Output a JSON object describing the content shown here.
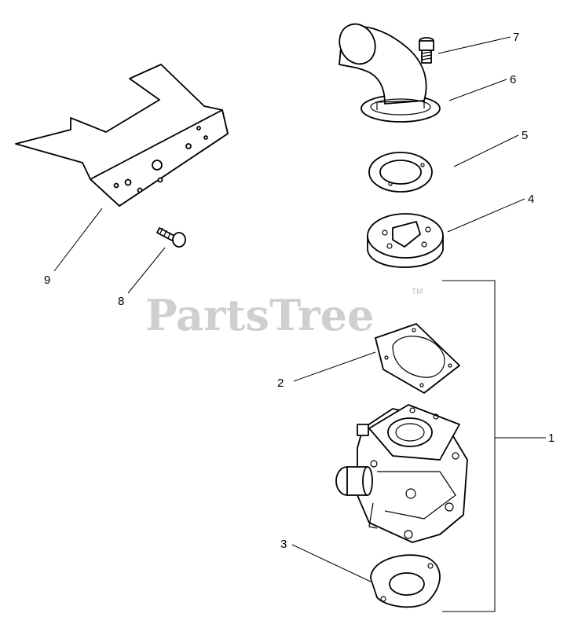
{
  "watermark": {
    "text": "PartsTree",
    "tm": "TM"
  },
  "callouts": {
    "c1": "1",
    "c2": "2",
    "c3": "3",
    "c4": "4",
    "c5": "5",
    "c6": "6",
    "c7": "7",
    "c8": "8",
    "c9": "9"
  },
  "colors": {
    "line": "#000000",
    "watermark": "#cfcfcf",
    "background": "#ffffff"
  }
}
